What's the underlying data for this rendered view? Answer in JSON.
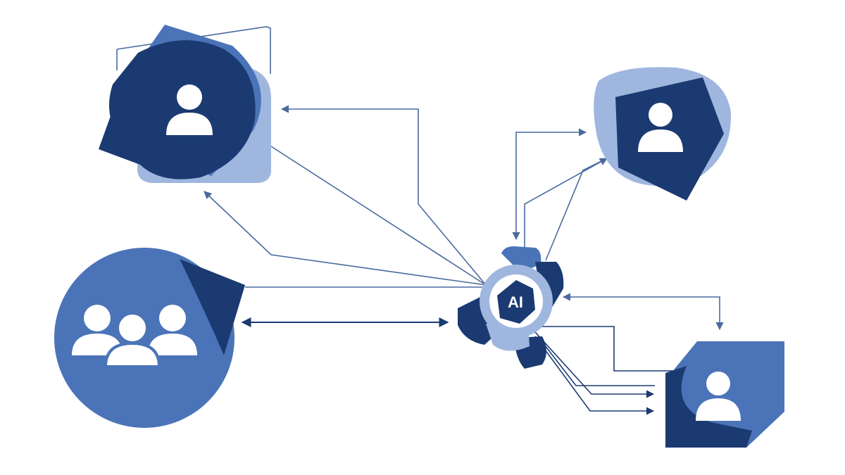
{
  "colors": {
    "dark_navy": "#1b3a72",
    "mid_blue": "#4b74b8",
    "light_blue": "#9fb7df",
    "connector": "#4a6a9e",
    "arrow_dark": "#1b3a72"
  },
  "hub": {
    "label": "AI"
  },
  "nodes": [
    {
      "id": "user-top-left",
      "icon": "person-icon"
    },
    {
      "id": "user-top-right",
      "icon": "person-icon"
    },
    {
      "id": "group-left",
      "icon": "people-group-icon"
    },
    {
      "id": "user-bottom-right",
      "icon": "person-icon"
    }
  ]
}
